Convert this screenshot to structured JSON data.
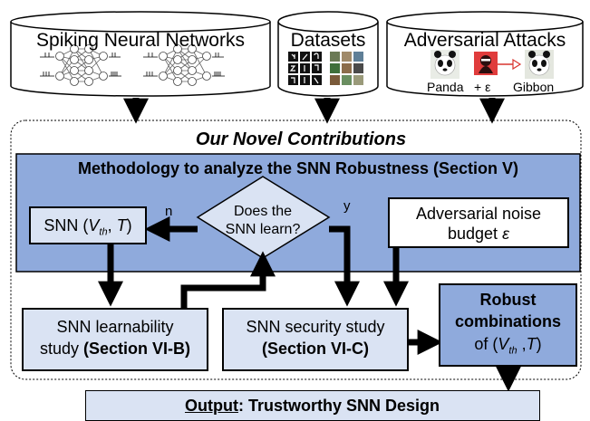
{
  "inputs": {
    "snn": {
      "label": "Spiking Neural Networks"
    },
    "datasets": {
      "label": "Datasets"
    },
    "attacks": {
      "label": "Adversarial Attacks",
      "panda": "Panda",
      "plus_eps": "+ ε",
      "gibbon": "Gibbon"
    }
  },
  "contributions": {
    "title": "Our Novel Contributions",
    "methodology_title": "Methodology to analyze the SNN Robustness (Section V)",
    "snn_box": {
      "prefix": "SNN (",
      "vth": "V",
      "vth_sub": "th",
      "comma": ", ",
      "t": "T",
      "suffix": ")"
    },
    "decision": {
      "line1": "Does the",
      "line2": "SNN learn?",
      "no": "n",
      "yes": "y"
    },
    "noise_budget": {
      "line1": "Adversarial noise",
      "line2": "budget ",
      "eps": "ε"
    },
    "learnability": {
      "line1": "SNN learnability",
      "line2_prefix": "study ",
      "line2_bold": "(Section VI-B)"
    },
    "security": {
      "line1": "SNN security study",
      "line2": "(Section VI-C)"
    },
    "robust": {
      "line1": "Robust",
      "line2": "combinations",
      "line3_prefix": "of (",
      "vth": "V",
      "vth_sub": "th",
      "comma": " ,",
      "t": "T",
      "suffix": ")"
    }
  },
  "output": {
    "bold_underlined": "Output",
    "rest": ": Trustworthy SNN Design"
  },
  "colors": {
    "light_blue": "#dae3f3",
    "mid_blue": "#8faadc",
    "red_attack": "#e03c3c"
  }
}
